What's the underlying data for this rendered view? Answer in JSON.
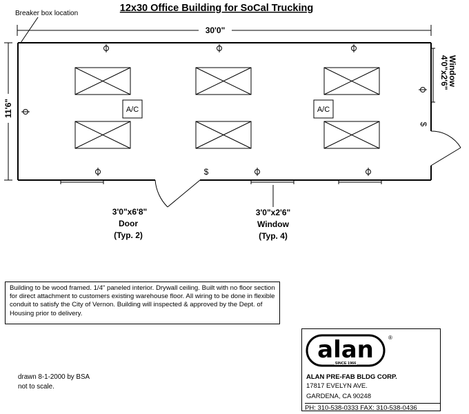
{
  "title": "12x30 Office Building for SoCal Trucking",
  "breaker_label": "Breaker box location",
  "dim_length": "30'0\"",
  "dim_width": "11'6\"",
  "window_end": {
    "size": "4'0\"x2'6\"",
    "label": "Window"
  },
  "ac_label": "A/C",
  "door_callout": {
    "size": "3'0\"x6'8\"",
    "label": "Door",
    "note": "(Typ. 2)"
  },
  "window_callout": {
    "size": "3'0\"x2'6\"",
    "label": "Window",
    "note": "(Typ. 4)"
  },
  "switch_symbol": "$",
  "outlet_symbol": "ф",
  "notes": "Building to be wood framed.  1/4\" paneled interior.  Drywall ceiling.  Built with no floor section for direct attachment to customers existing warehouse floor.  All wiring to be done in flexible conduit to satisfy the City of Vernon.  Building will inspected & approved by the Dept. of Housing prior to delivery.",
  "drawn_by": "drawn 8-1-2000 by BSA",
  "scale_note": "not to scale.",
  "title_block": {
    "logo_text": "alan",
    "logo_since": "SINCE 1966",
    "logo_reg": "®",
    "company": "ALAN PRE-FAB BLDG CORP.",
    "address1": "17817 EVELYN AVE.",
    "address2": "GARDENA, CA 90248",
    "phone": "PH: 310-538-0333   FAX: 310-538-0436"
  }
}
